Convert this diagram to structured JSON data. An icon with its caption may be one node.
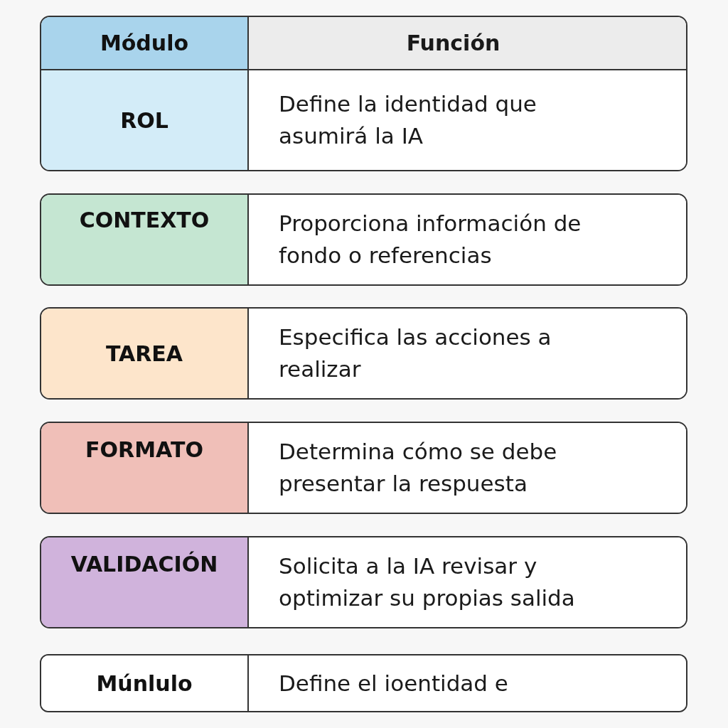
{
  "diagram": {
    "nodes": [
      {
        "text": [
          "Módulo",
          "Función"
        ]
      },
      {
        "text": [
          "ROL",
          "Define la identidad que asumirá la IA"
        ]
      },
      {
        "text": [
          "CONTEXTO",
          "Proporciona información de fondo o referencias"
        ]
      },
      {
        "text": [
          "TAREA",
          "Especifica las acciones a realizar"
        ]
      },
      {
        "text": [
          "FORMATO",
          "Determina cómo se debe presentar la respuesta"
        ]
      },
      {
        "text": [
          "VALIDACIÓN",
          "Solicita a la IA revisar y optimizar su propias salida"
        ]
      },
      {
        "text": [
          "Múnlulo",
          "Define el ioentidad e"
        ]
      }
    ]
  }
}
